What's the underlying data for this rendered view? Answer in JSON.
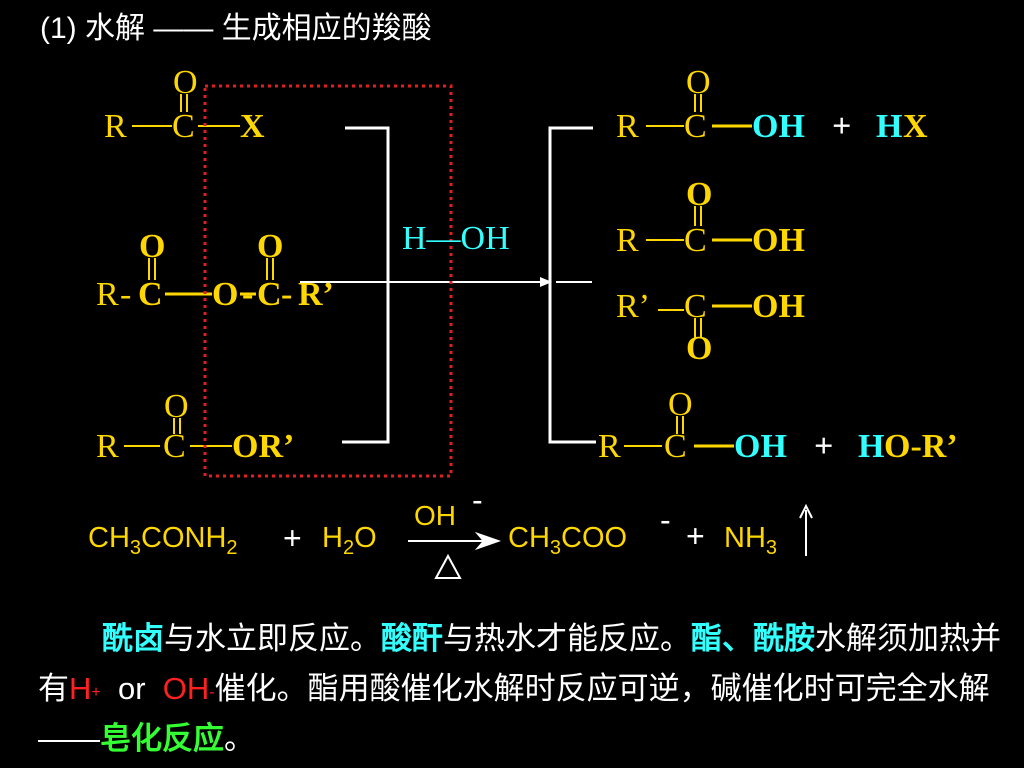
{
  "title": "(1) 水解 —— 生成相应的羧酸",
  "reactants": {
    "acyl_halide": {
      "r": "R",
      "c": "C",
      "x": "X",
      "o": "O"
    },
    "anhydride": {
      "r": "R",
      "c1": "C",
      "bridge": "O",
      "c2": "C",
      "r2": "R’",
      "o1": "O",
      "o2": "O"
    },
    "ester": {
      "r": "R",
      "c": "C",
      "or": "OR’",
      "o": "O"
    }
  },
  "reagent": "H—OH",
  "products": {
    "p1": {
      "r": "R",
      "c": "C",
      "oh": "OH",
      "plus": "+",
      "hx_h": "H",
      "hx_x": "X",
      "o": "O"
    },
    "p2": {
      "r": "R",
      "c": "C",
      "oh": "OH",
      "o": "O"
    },
    "p3": {
      "r": "R’",
      "c": "C",
      "oh": "OH",
      "o": "O"
    },
    "p4": {
      "r": "R",
      "c": "C",
      "oh": "OH",
      "plus": "+",
      "h": "H",
      "rest": "O-R’",
      "o": "O"
    }
  },
  "amide_equation": {
    "ch3": "CH",
    "sub3": "3",
    "conh": "CONH",
    "sub2": "2",
    "plus": "+",
    "h": "H",
    "h2sub": "2",
    "o": "O",
    "catalyst": "OH",
    "catalyst_charge": "-",
    "heat": "△",
    "product_ch": "CH",
    "product_sub3": "3",
    "product_coo": "COO",
    "product_charge": "-",
    "plus2": "+",
    "nh": "NH",
    "nh3sub": "3"
  },
  "paragraph": {
    "p1": "酰卤",
    "p2": "与水立即反应。",
    "p3": "酸酐",
    "p4": "与热水才能反应。",
    "p5": "酯、酰胺",
    "p6": "水解须加热并有",
    "p7": "H",
    "p8": "+",
    "p9": "  or  ",
    "p10": "OH",
    "p11": "-",
    "p12": "催化。酯用酸催化水解时反应可逆，碱催化时可完全水解——",
    "p13": "皂化反应",
    "p14": "。"
  },
  "colors": {
    "yellow": "#FFD700",
    "cyan": "#33FFFF",
    "red": "#FF2020",
    "green": "#33FF33",
    "box": "#E02020"
  }
}
